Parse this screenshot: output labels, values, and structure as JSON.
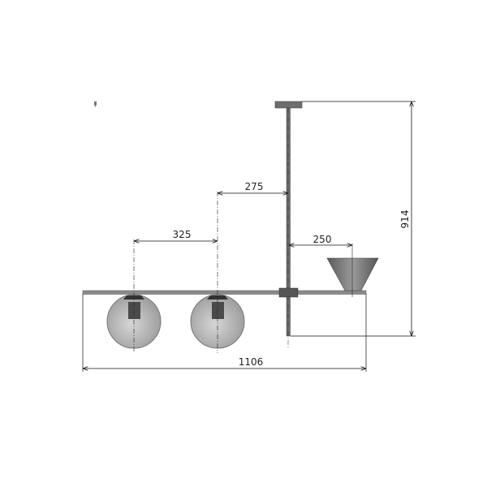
{
  "drawing": {
    "dimensions": {
      "spacing_globe_to_globe": "325",
      "spacing_globe_to_rod": "275",
      "spacing_rod_to_cone": "250",
      "overall_width": "1106",
      "overall_height": "914"
    },
    "colors": {
      "metal": "#6e6e6e",
      "metal_dark": "#4a4a4a",
      "glass": "#b4b4b4",
      "line": "#111111"
    }
  }
}
